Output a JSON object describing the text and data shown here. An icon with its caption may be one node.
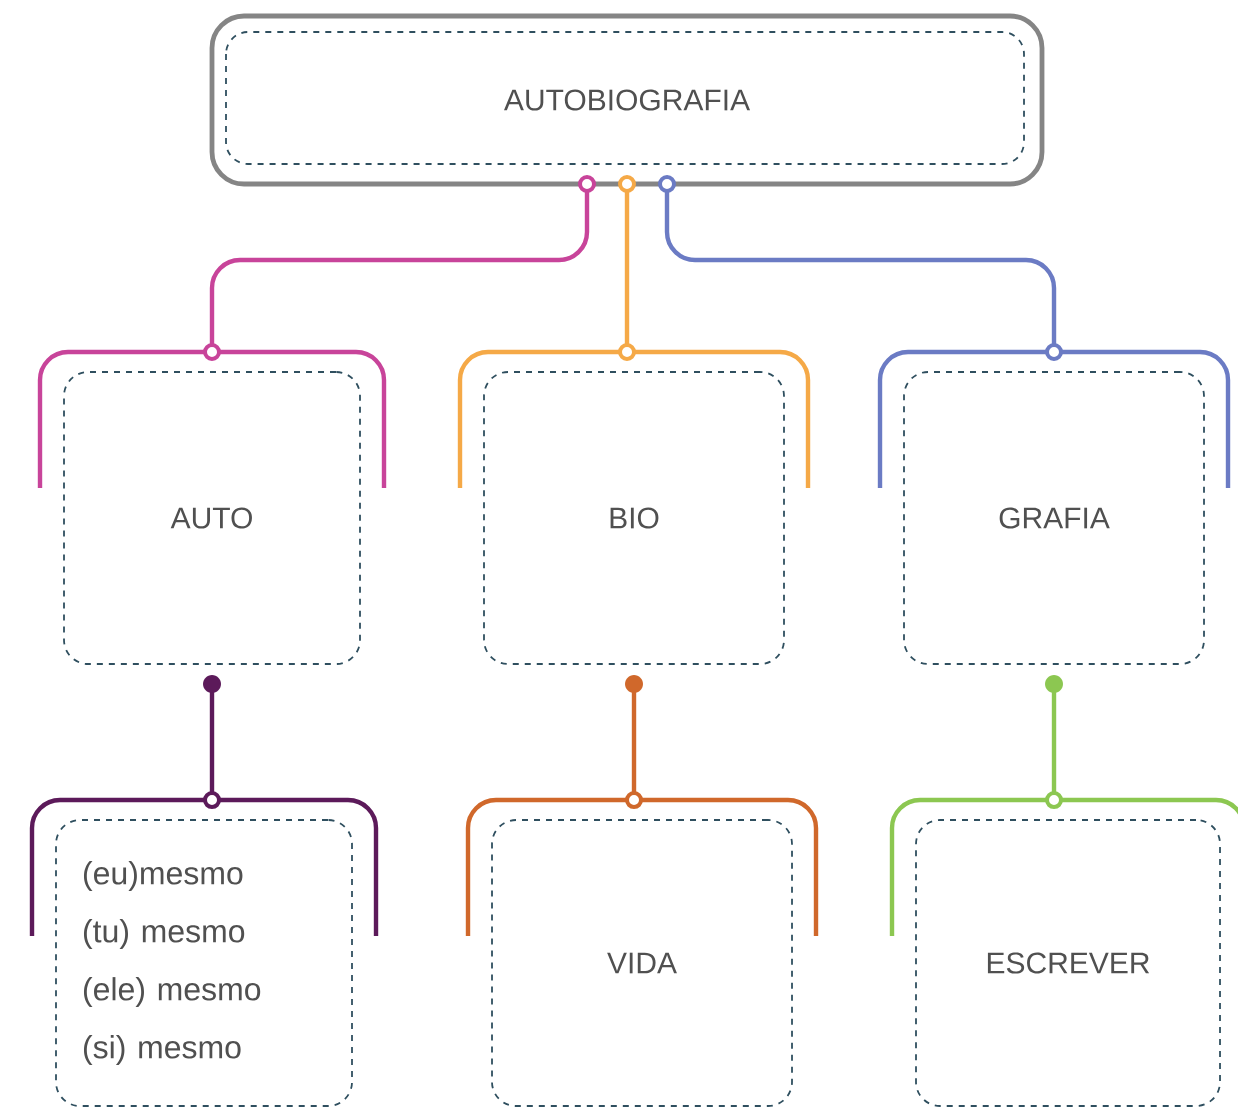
{
  "diagram": {
    "nodes": [
      {
        "text": [
          "AUTOBIOGRAFIA"
        ]
      },
      {
        "text": [
          "AUTO"
        ]
      },
      {
        "text": [
          "BIO"
        ]
      },
      {
        "text": [
          "GRAFIA"
        ]
      },
      {
        "text": [
          "(eu)mesmo",
          "(tu) mesmo",
          "(ele) mesmo",
          "(si) mesmo"
        ]
      },
      {
        "text": [
          "VIDA"
        ]
      },
      {
        "text": [
          "ESCREVER"
        ]
      }
    ],
    "edges": [
      {
        "from": 0,
        "to": 1,
        "arrow": "other",
        "color": "#c8449a"
      },
      {
        "from": 0,
        "to": 2,
        "arrow": "other",
        "color": "#f5a947"
      },
      {
        "from": 0,
        "to": 3,
        "arrow": "other",
        "color": "#6b7bc4"
      },
      {
        "from": 1,
        "to": 4,
        "arrow": "other",
        "color": "#5c1a5a"
      },
      {
        "from": 2,
        "to": 5,
        "arrow": "other",
        "color": "#d0682b"
      },
      {
        "from": 3,
        "to": 6,
        "arrow": "other",
        "color": "#8cc751"
      }
    ]
  }
}
